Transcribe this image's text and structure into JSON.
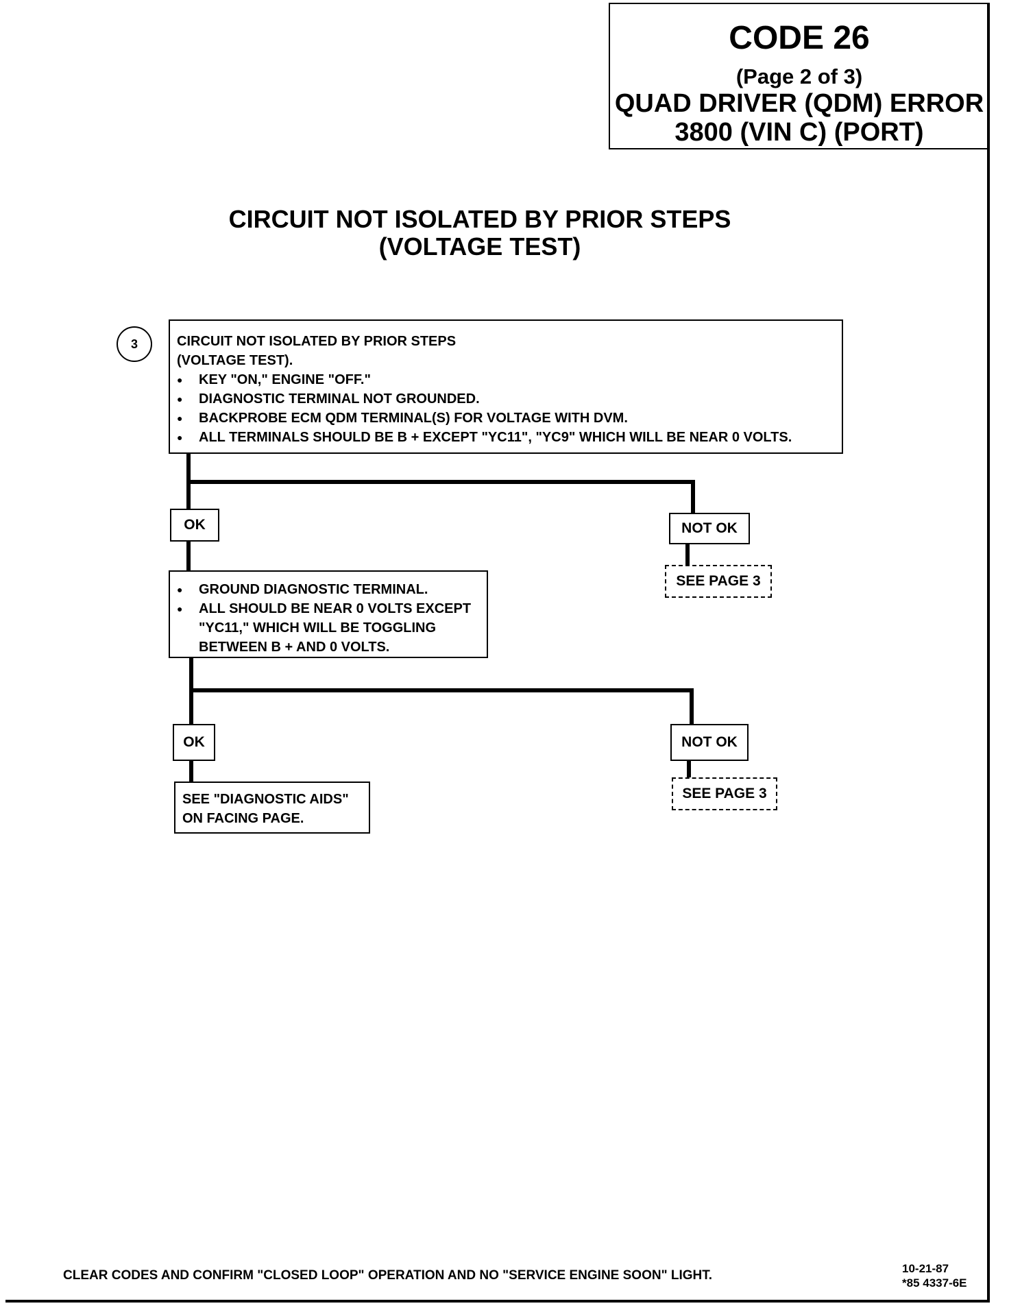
{
  "header": {
    "code": "CODE 26",
    "page": "(Page 2 of 3)",
    "subtitle_1": "QUAD DRIVER (QDM) ERROR",
    "subtitle_2": "3800  (VIN C)  (PORT)"
  },
  "title": {
    "line1": "CIRCUIT NOT ISOLATED BY PRIOR STEPS",
    "line2": "(VOLTAGE TEST)"
  },
  "step": {
    "number": "3",
    "heading_1": "CIRCUIT NOT ISOLATED BY PRIOR STEPS",
    "heading_2": "(VOLTAGE TEST).",
    "bullets": [
      "KEY \"ON,\" ENGINE \"OFF.\"",
      "DIAGNOSTIC TERMINAL NOT GROUNDED.",
      "BACKPROBE ECM QDM TERMINAL(S) FOR VOLTAGE WITH DVM.",
      "ALL TERMINALS SHOULD BE B + EXCEPT \"YC11\", \"YC9\" WHICH WILL BE NEAR 0 VOLTS."
    ]
  },
  "branch1": {
    "ok": "OK",
    "not_ok": "NOT OK",
    "see_page": "SEE PAGE 3"
  },
  "step_b": {
    "bullets": [
      "GROUND DIAGNOSTIC TERMINAL.",
      "ALL SHOULD BE NEAR 0 VOLTS EXCEPT \"YC11,\" WHICH WILL BE TOGGLING BETWEEN B + AND 0 VOLTS."
    ]
  },
  "branch2": {
    "ok": "OK",
    "not_ok": "NOT OK",
    "see_page": "SEE PAGE 3",
    "result_1": "SEE \"DIAGNOSTIC AIDS\"",
    "result_2": "ON FACING PAGE."
  },
  "footer": {
    "note": "CLEAR CODES AND CONFIRM \"CLOSED LOOP\"  OPERATION AND NO \"SERVICE ENGINE SOON\" LIGHT.",
    "date": "10-21-87",
    "ref": "*85 4337-6E"
  }
}
